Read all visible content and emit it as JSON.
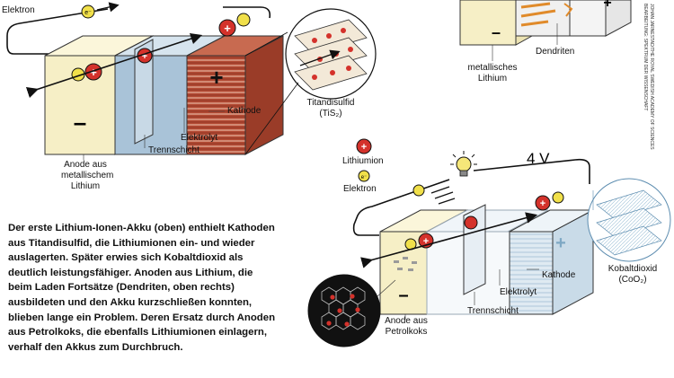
{
  "diagram_top": {
    "labels": {
      "electron": "Elektron",
      "cathode": "Kathode",
      "electrolyte": "Elektrolyt",
      "separator": "Trennschicht",
      "anode": "Anode aus metallischem Lithium",
      "titanium_name": "Titandisulfid",
      "titanium_formula": "(TiS₂)"
    },
    "symbols": {
      "minus": "–",
      "plus": "+",
      "ion": "+",
      "electron": "e⁻"
    }
  },
  "diagram_right": {
    "labels": {
      "dendrites": "Dendriten",
      "metal_lithium": "metallisches Lithium"
    },
    "symbols": {
      "minus": "–",
      "plus": "+"
    }
  },
  "diagram_bottom": {
    "legend": {
      "ion": "Lithiumion",
      "electron": "Elektron"
    },
    "voltage": "4 V",
    "labels": {
      "cathode": "Kathode",
      "electrolyte": "Elektrolyt",
      "separator": "Trennschicht",
      "anode": "Anode aus Petrolkoks",
      "cobalt_name": "Kobaltdioxid",
      "cobalt_formula": "(CoO₂)"
    },
    "symbols": {
      "minus": "–",
      "plus": "+",
      "ion": "+",
      "electron": "e⁻"
    }
  },
  "caption": "Der erste Lithium-Ionen-Akku (oben) enthielt Kathoden aus Titandisulfid, die Lithiumionen ein- und wieder auslagerten. Später erwies sich Kobaltdioxid als deutlich leistungsfähiger. Anoden aus Lithium, die beim Laden Fortsätze (Dendriten, oben rechts) ausbildeten und den Akku kurzschließen konnten, blieben lange ein Problem. Deren Ersatz durch Anoden aus Petrolkoks, die ebenfalls Lithiumionen einlagern, verhalf den Akkus zum Durchbruch.",
  "credit": {
    "line1": "JOHAN JARNESTAD/THE ROYAL SWEDISH ACADEMY OF SCIENCES",
    "line2": "BEARBEITUNG: SPEKTRUM DER WISSENSCHAFT"
  },
  "colors": {
    "anode": "#f6efc6",
    "electrolyte": "#a9c3d8",
    "cathode_top": "#b34a33",
    "cathode_bottom": "#dce9f1",
    "ion": "#d4322b",
    "electron": "#f1e04a"
  }
}
